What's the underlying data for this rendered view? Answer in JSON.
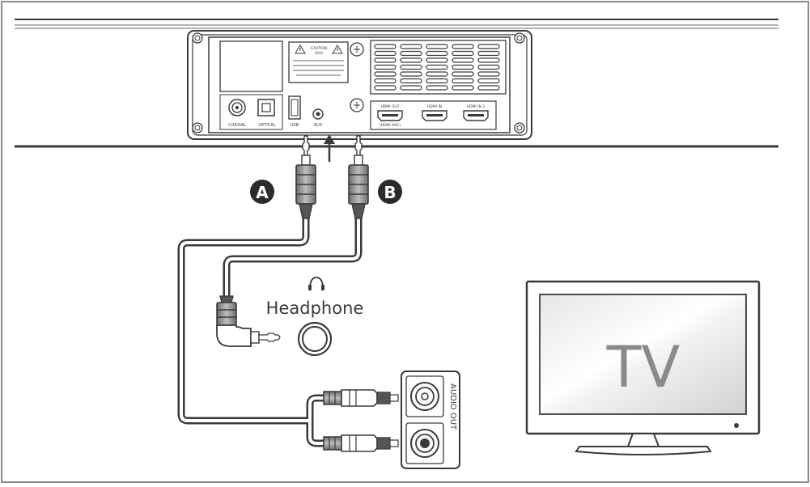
{
  "labels": {
    "coaxial": "COAXIAL",
    "optical": "OPTICAL",
    "usb": "USB",
    "aux": "AUX",
    "hdmi_out": "HDMI OUT",
    "hdmi_out_sub": "(HDMI ARC)",
    "hdmi_in1": "HDMI IN",
    "hdmi_in2": "HDMI IN 2",
    "caution_title": "CAUTION",
    "caution_sub": "AVIS",
    "marker_a": "A",
    "marker_b": "B",
    "headphone": "Headphone",
    "audio_out": "AUDIO OUT",
    "tv": "TV"
  },
  "icons": [
    "headphone-icon",
    "warning-icon",
    "screw-icon",
    "arrow-up-icon"
  ],
  "colors": {
    "stroke": "#3a3a3a",
    "panel_fill": "#ffffff",
    "marker_fill": "#2b2b2b",
    "plug_gray": "#8c8c8c",
    "tv_text": "#8a8a8a"
  }
}
